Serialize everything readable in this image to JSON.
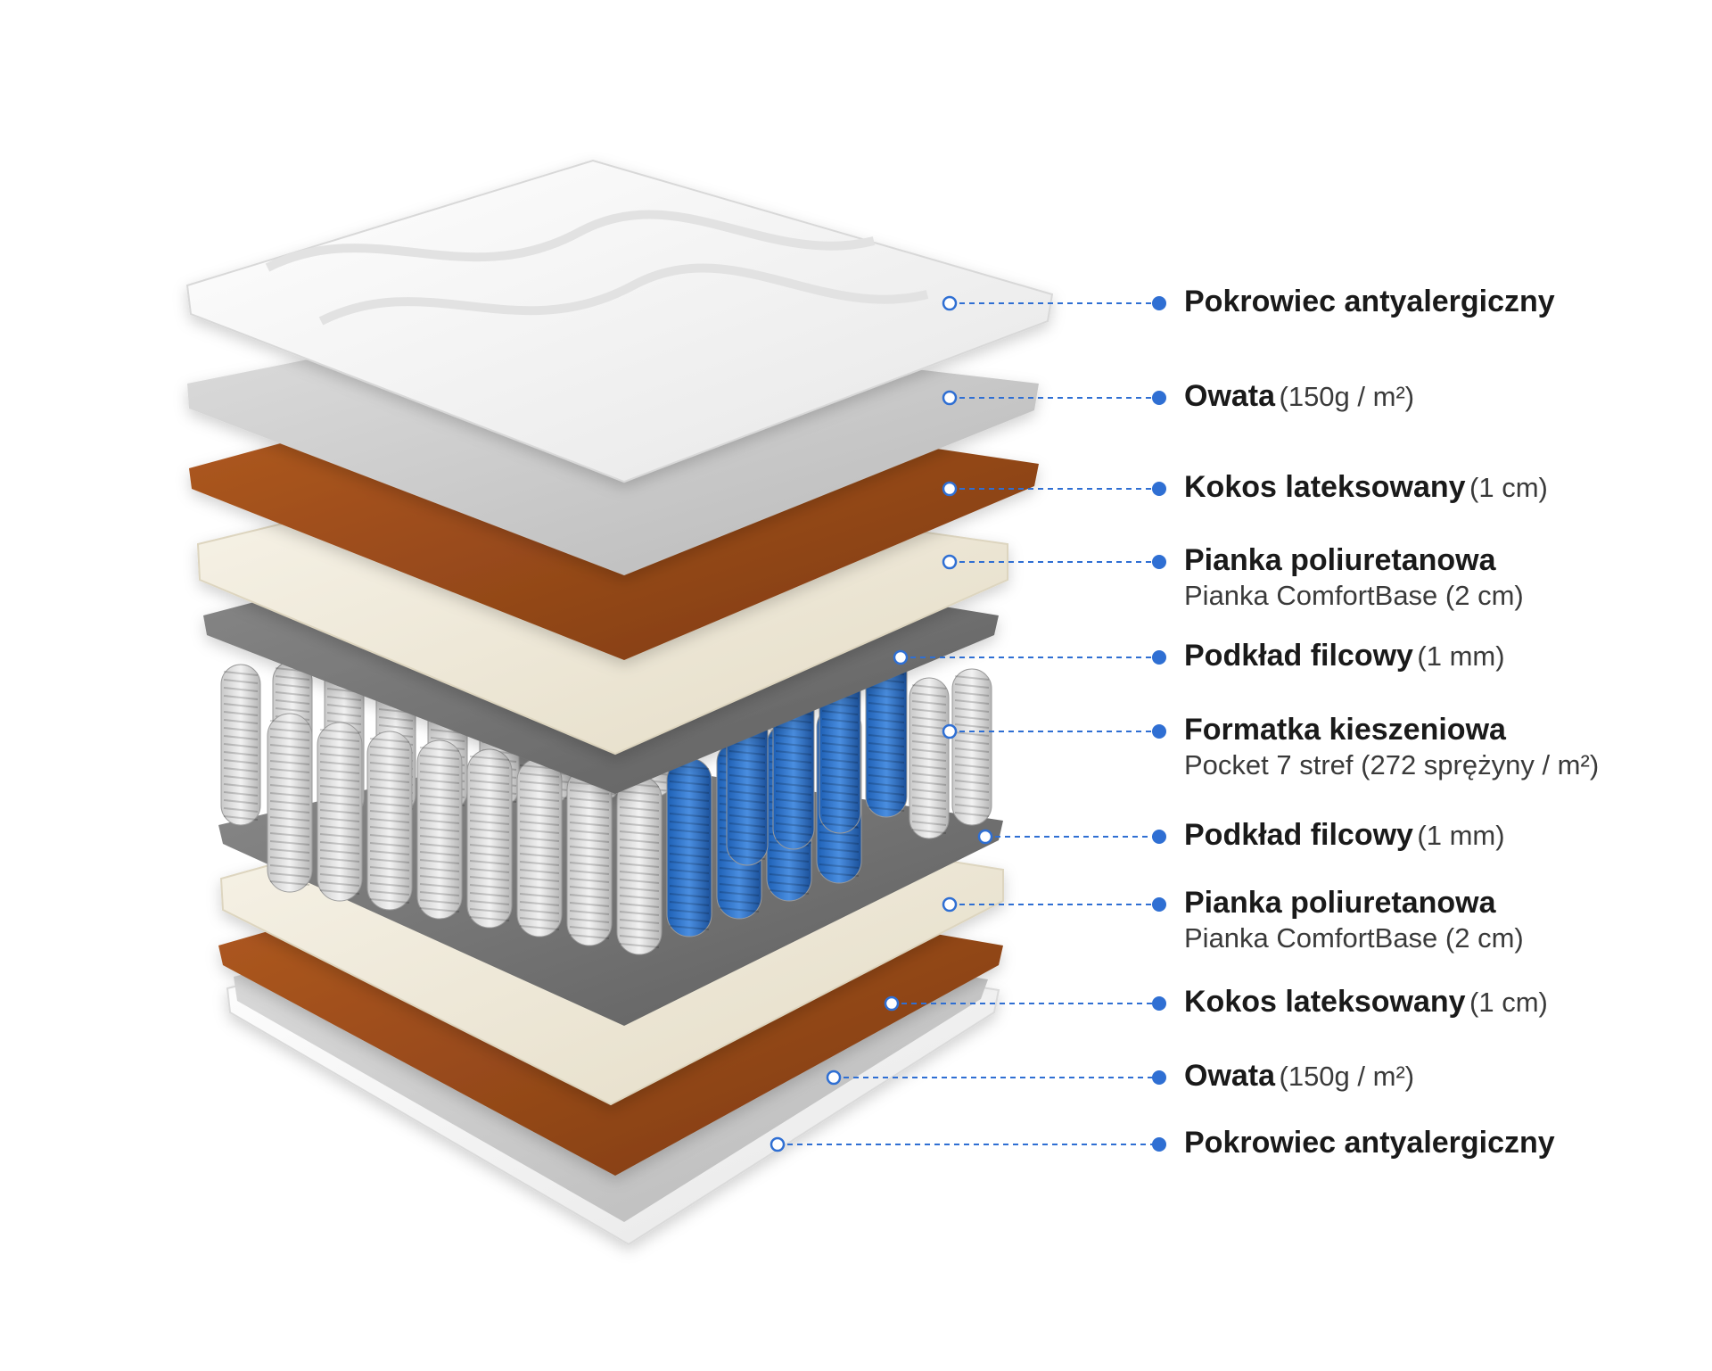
{
  "colors": {
    "accent": "#2f6fd3",
    "cover": "#f4f4f4",
    "wadding": "#c9c9c9",
    "coconut": "#a0501f",
    "foam": "#f1ecdd",
    "felt": "#7c7c7c",
    "spring_grey": "#d6d6d6",
    "spring_blue": "#2d72c8"
  },
  "layers": [
    {
      "title": "Pokrowiec antyalergiczny",
      "detail": "",
      "sub": ""
    },
    {
      "title": "Owata",
      "detail": "(150g / m²)",
      "sub": ""
    },
    {
      "title": "Kokos lateksowany",
      "detail": "(1 cm)",
      "sub": ""
    },
    {
      "title": "Pianka poliuretanowa",
      "detail": "",
      "sub": "Pianka ComfortBase (2 cm)"
    },
    {
      "title": "Podkład filcowy",
      "detail": "(1 mm)",
      "sub": ""
    },
    {
      "title": "Formatka kieszeniowa",
      "detail": "",
      "sub": "Pocket 7 stref (272 sprężyny / m²)"
    },
    {
      "title": "Podkład filcowy",
      "detail": "(1 mm)",
      "sub": ""
    },
    {
      "title": "Pianka poliuretanowa",
      "detail": "",
      "sub": "Pianka ComfortBase (2 cm)"
    },
    {
      "title": "Kokos lateksowany",
      "detail": "(1 cm)",
      "sub": ""
    },
    {
      "title": "Owata",
      "detail": "(150g / m²)",
      "sub": ""
    },
    {
      "title": "Pokrowiec antyalergiczny",
      "detail": "",
      "sub": ""
    }
  ]
}
